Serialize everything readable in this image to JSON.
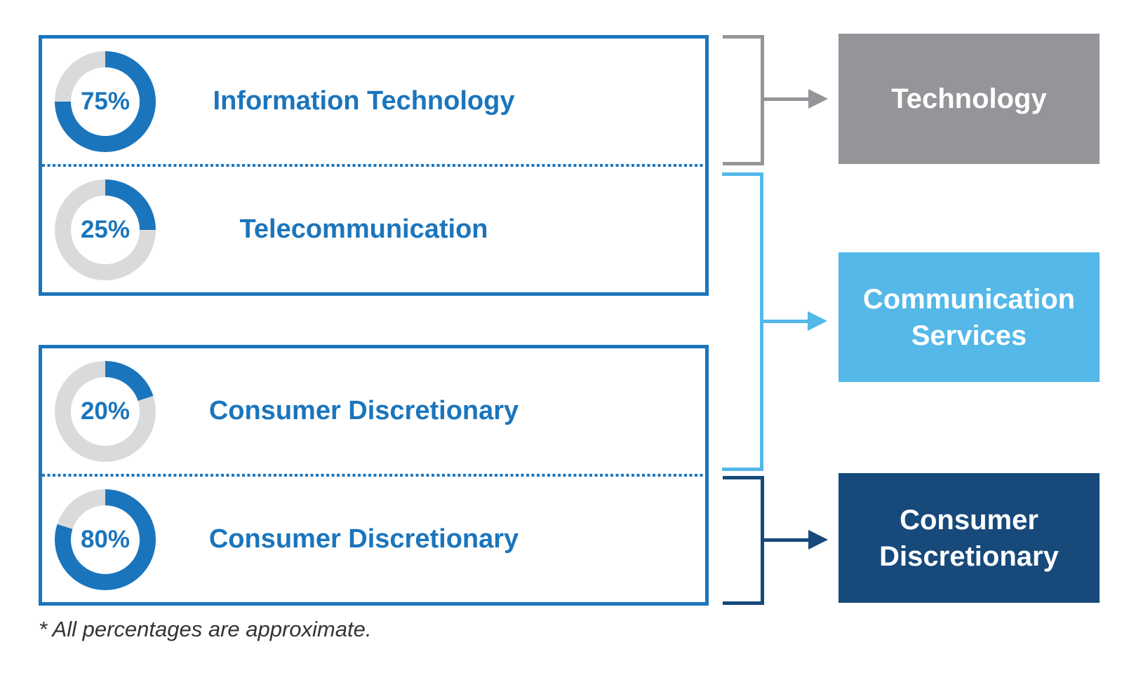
{
  "palette": {
    "primary_blue": "#1B75BC",
    "light_blue": "#54B8E8",
    "navy": "#17497B",
    "gray": "#939598",
    "track_gray": "#D9DADB",
    "footnote_text": "#333333"
  },
  "left_groups": [
    {
      "rows": [
        {
          "percent": 75,
          "percent_label": "75%",
          "label": "Information Technology"
        },
        {
          "percent": 25,
          "percent_label": "25%",
          "label": "Telecommunication"
        }
      ]
    },
    {
      "rows": [
        {
          "percent": 20,
          "percent_label": "20%",
          "label": "Consumer Discretionary"
        },
        {
          "percent": 80,
          "percent_label": "80%",
          "label": "Consumer Discretionary"
        }
      ]
    }
  ],
  "right_boxes": [
    {
      "label": "Technology",
      "color": "#939598"
    },
    {
      "label": "Communication Services",
      "color": "#54B8E8"
    },
    {
      "label": "Consumer Discretionary",
      "color": "#17497B"
    }
  ],
  "footnote": "* All percentages are approximate.",
  "chart_data": {
    "type": "pie",
    "donuts": [
      {
        "label": "Information Technology",
        "percent": 75
      },
      {
        "label": "Telecommunication",
        "percent": 25
      },
      {
        "label": "Consumer Discretionary",
        "percent": 20
      },
      {
        "label": "Consumer Discretionary",
        "percent": 80
      }
    ]
  }
}
